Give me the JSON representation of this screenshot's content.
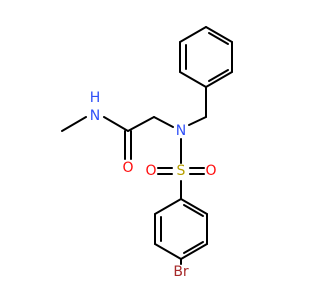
{
  "atoms": {
    "nh": {
      "text": "N",
      "color": "#3050f8"
    },
    "h": {
      "text": "H",
      "color": "#3050f8"
    },
    "o_amide": {
      "text": "O",
      "color": "#ff0d0d"
    },
    "n_sulfonamide": {
      "text": "N",
      "color": "#3050f8"
    },
    "s": {
      "text": "S",
      "color": "#b8a000"
    },
    "o_s_left": {
      "text": "O",
      "color": "#ff0d0d"
    },
    "o_s_right": {
      "text": "O",
      "color": "#ff0d0d"
    },
    "br": {
      "text": "Br",
      "color": "#a62929"
    }
  }
}
